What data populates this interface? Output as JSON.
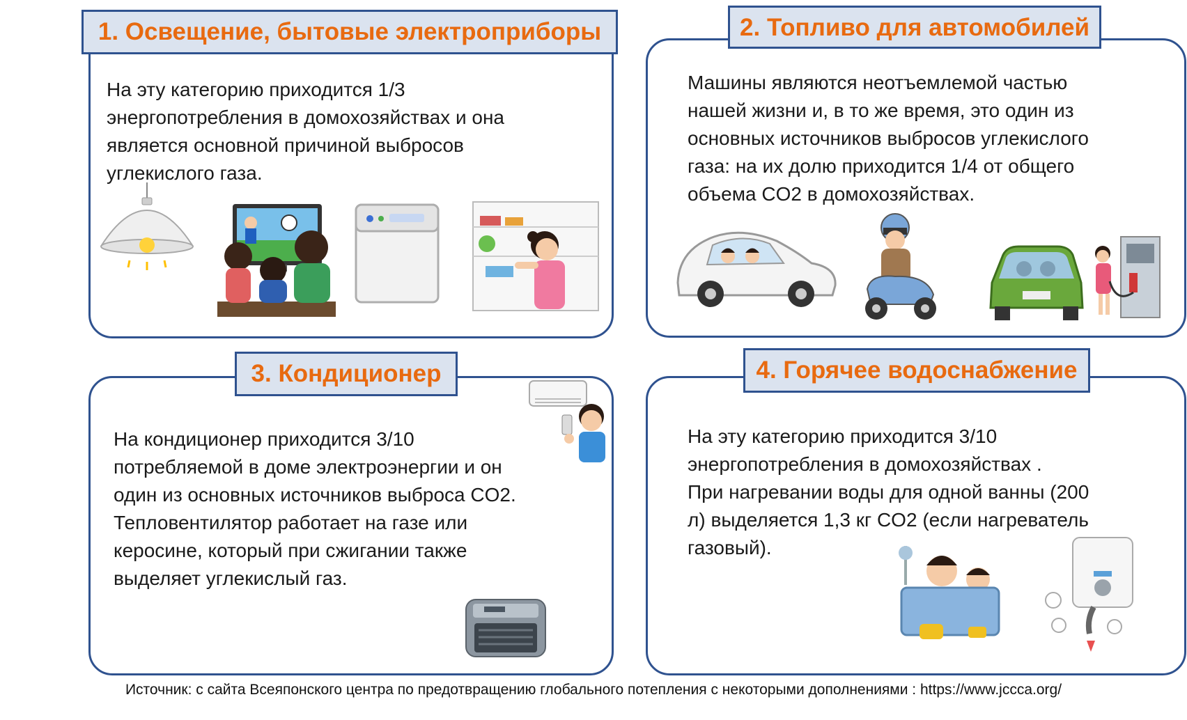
{
  "sections": [
    {
      "title": "1. Освещение, бытовые электроприборы",
      "lines": [
        "На эту категорию приходится 1/3",
        "энергопотребления в домохозяйствах и она",
        "является основной причиной выбросов",
        "углекислого газа."
      ]
    },
    {
      "title": "2. Топливо для автомобилей",
      "lines": [
        "Машины являются неотъемлемой частью",
        "нашей жизни и, в то же время, это один из",
        "основных источников выбросов углекислого",
        "газа: на их долю приходится 1/4 от общего",
        "объема CO2 в домохозяйствах."
      ]
    },
    {
      "title": "3. Кондиционер",
      "lines": [
        "На кондиционер приходится 3/10",
        "потребляемой в доме электроэнергии и он",
        "один из основных источников выброса CO2.",
        "Тепловентилятор работает на газе или",
        "керосине, который при сжигании также",
        "выделяет углекислый газ."
      ]
    },
    {
      "title": "4. Горячее водоснабжение",
      "lines": [
        "На эту категорию приходится 3/10",
        "энергопотребления в домохозяйствах .",
        "При нагревании воды для одной ванны (200",
        "л) выделяется 1,3 кг CO2 (если нагреватель",
        "газовый)."
      ]
    }
  ],
  "source": "Источник: с сайта Всеяпонского центра по предотвращению глобального потепления с некоторыми дополнениями : https://www.jccca.org/",
  "colors": {
    "border": "#2f528f",
    "title_bg": "#dbe3ef",
    "title_text": "#e86a10"
  },
  "icons": [
    "ceiling-lamp-icon",
    "tv-family-icon",
    "washing-machine-icon",
    "refrigerator-icon",
    "car-icon",
    "scooter-icon",
    "green-car-icon",
    "fuel-pump-icon",
    "air-conditioner-icon",
    "person-with-remote-icon",
    "fan-heater-icon",
    "bath-family-icon",
    "water-heater-icon"
  ]
}
